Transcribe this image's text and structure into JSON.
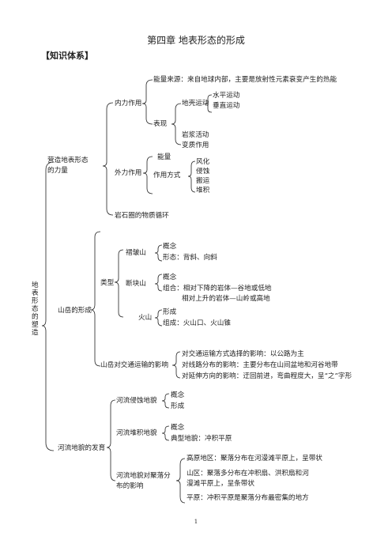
{
  "doc": {
    "title": "第四章   地表形态的形成",
    "section": "【知识体系】",
    "page_number": "1"
  },
  "tree": {
    "root": "地表形态的塑造",
    "b1": {
      "label": "营造地表形态的力量",
      "inner": {
        "label": "内力作用",
        "energy": "能量来源：来自地球内部，主要是放射性元素衰变产生的热能",
        "forms": "表现",
        "crust": "地壳运动",
        "horizontal": "水平运动",
        "vertical": "垂直运动",
        "magma": "岩浆活动",
        "metamorphism": "变质作用"
      },
      "outer": {
        "label": "外力作用",
        "energy": "能量",
        "mode": "作用方式",
        "weathering": "风化",
        "erosion": "侵蚀",
        "transport": "搬运",
        "deposition": "堆积"
      },
      "cycle": "岩石圈的物质循环"
    },
    "b2": {
      "label": "山岳的形成",
      "types": "类型",
      "fold": {
        "label": "褶皱山",
        "concept": "概念",
        "form": "形态：背斜、向斜"
      },
      "block": {
        "label": "断块山",
        "concept": "概念",
        "combo1": "组合：相对下降的岩体—谷地或低地",
        "combo2": "相对上升的岩体—山岭或高地"
      },
      "volcano": {
        "label": "火山",
        "form": "形成",
        "compose": "组成：火山口、火山锥"
      },
      "traffic": {
        "label": "山岳对交通运输的影响",
        "l1": "对交通运输方式选择的影响：以公路为主",
        "l2": "对线路分布的影响：主要分布在山间盆地和河谷地带",
        "l3": "对延伸方向的影响：迂回前进，弯曲程度大，呈“之”字形"
      }
    },
    "b3": {
      "label": "河流地貌的发育",
      "erosion": {
        "label": "河流侵蚀地貌",
        "concept": "概念",
        "form": "形成"
      },
      "deposit": {
        "label": "河流堆积地貌",
        "concept": "概念",
        "typical": "典型地貌：冲积平原"
      },
      "settle": {
        "label1": "河流地貌对聚落分",
        "label2": "布的影响",
        "plateau": "高原地区：聚落分布在河漫滩平原上，呈带状",
        "mountain1": "山区：聚落多分布在冲积扇、洪积扇和河",
        "mountain2": "漫滩平原上，呈条带状",
        "plain": "平原：冲积平原是聚落分布最密集的地方"
      }
    }
  }
}
